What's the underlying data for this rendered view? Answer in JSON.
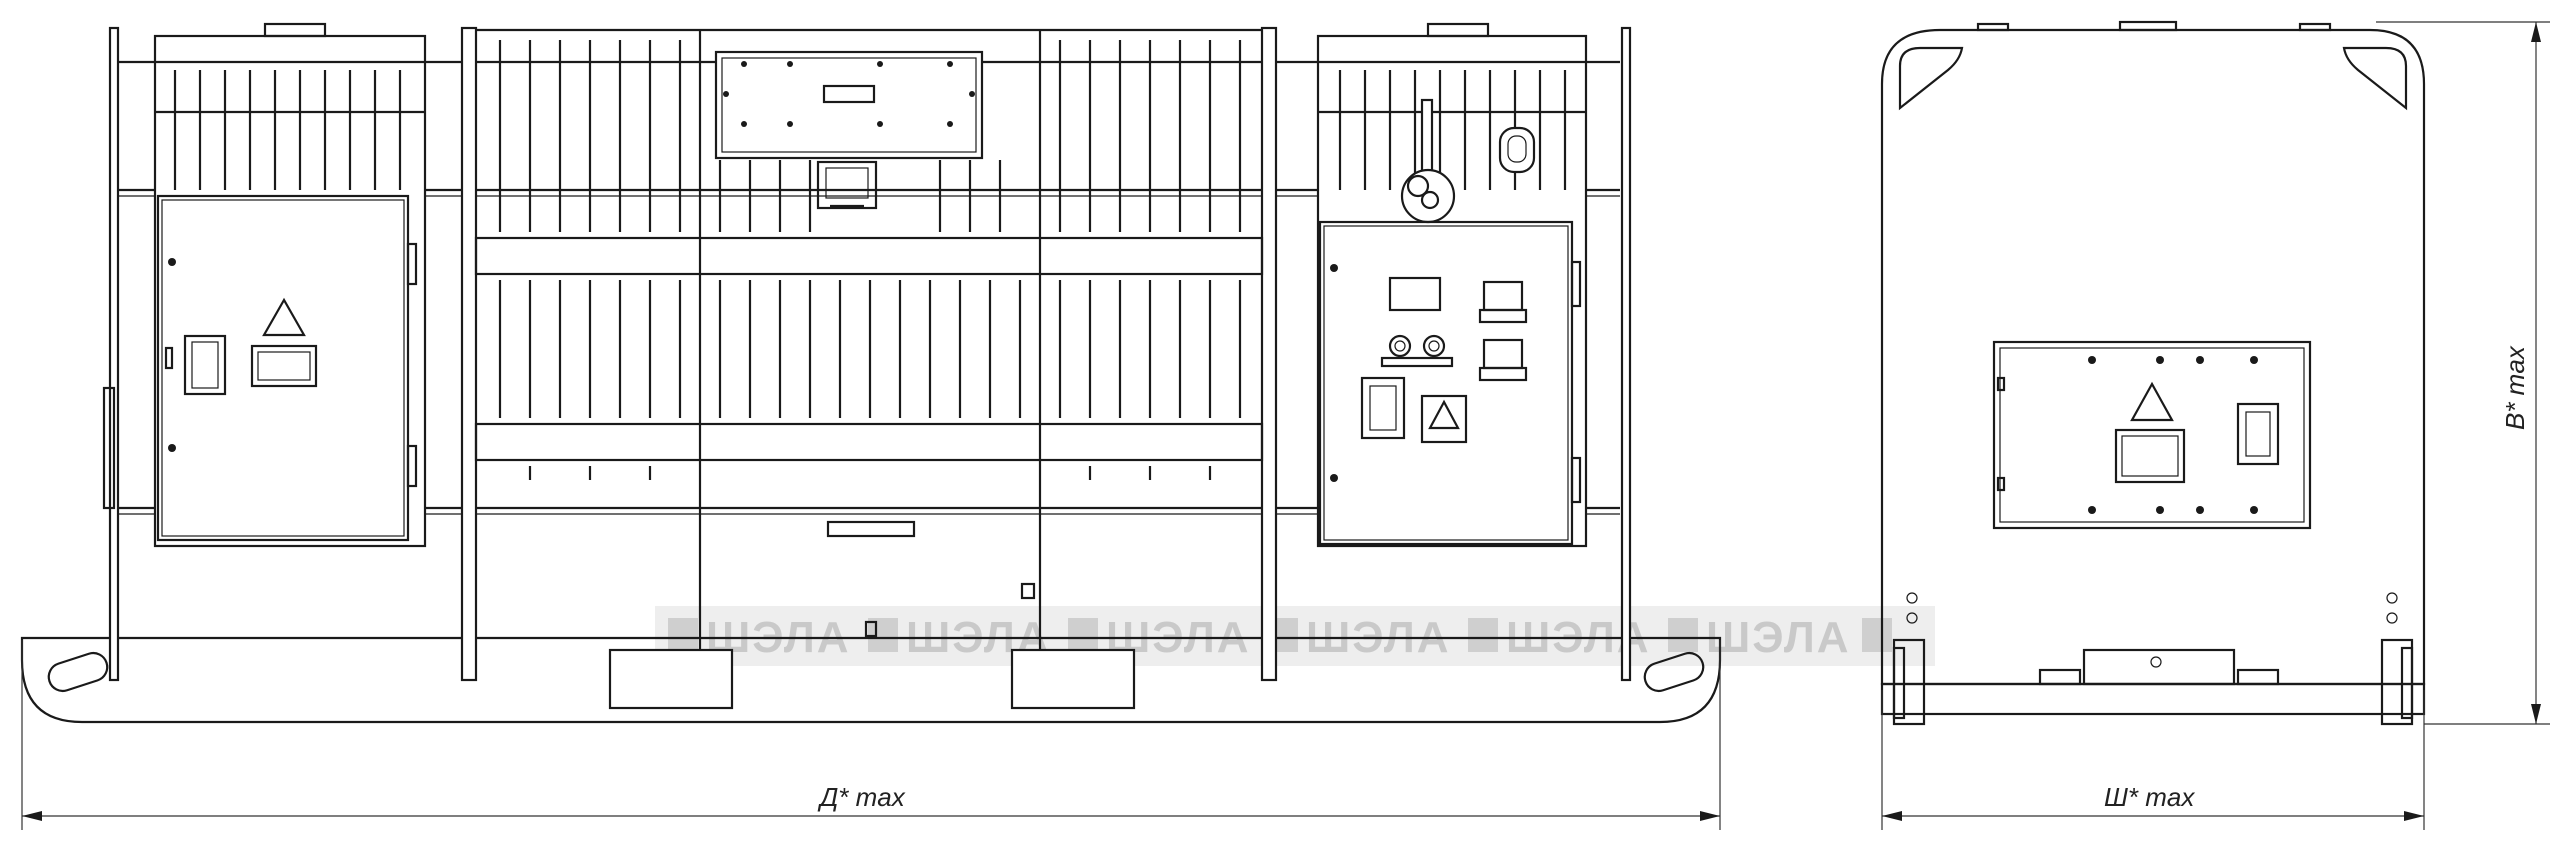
{
  "dimensions": {
    "length_label": "Д* max",
    "width_label": "Ш* max",
    "height_label": "В* max"
  },
  "watermark": {
    "text": "ШЭЛА",
    "color": "#c9c9c9"
  },
  "views": [
    "side-view",
    "end-view"
  ]
}
